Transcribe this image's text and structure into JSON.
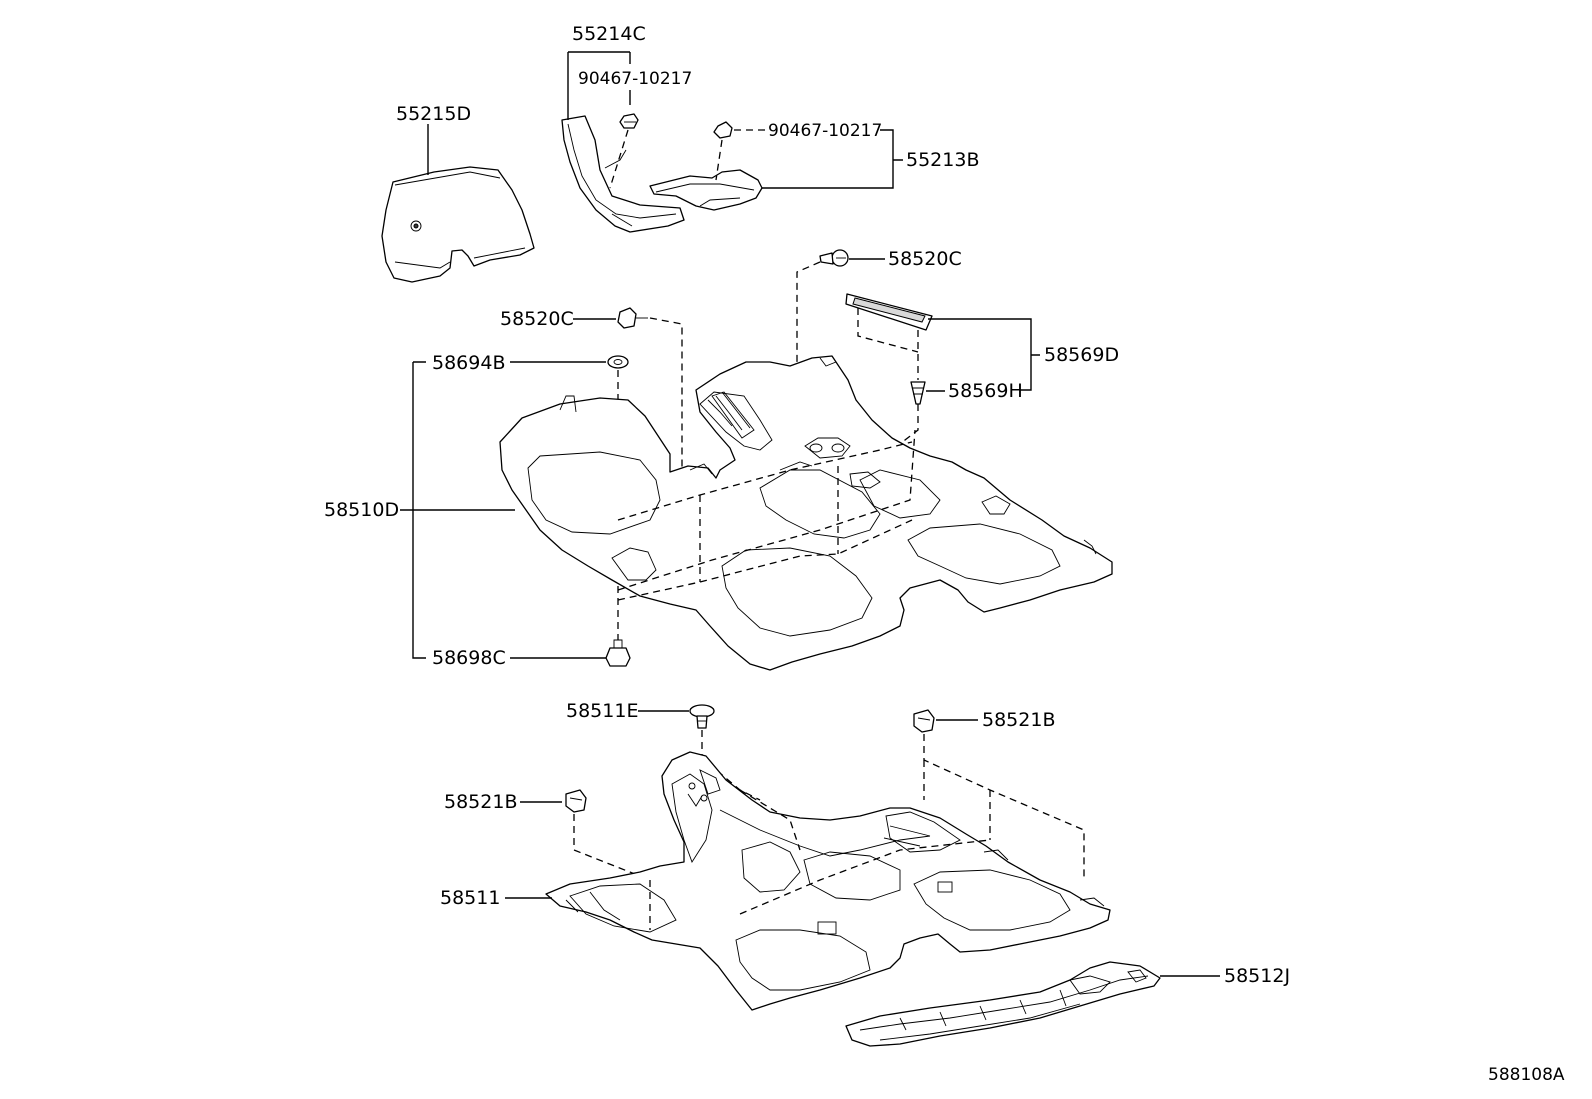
{
  "labels": {
    "p55214C": "55214C",
    "p90467_a": "90467-10217",
    "p90467_b": "90467-10217",
    "p55215D": "55215D",
    "p55213B": "55213B",
    "p58520C_a": "58520C",
    "p58520C_b": "58520C",
    "p58569D": "58569D",
    "p58569H": "58569H",
    "p58694B": "58694B",
    "p58510D": "58510D",
    "p58698C": "58698C",
    "p58511E": "58511E",
    "p58521B_a": "58521B",
    "p58521B_b": "58521B",
    "p58511": "58511",
    "p58512J": "58512J"
  },
  "diagram_id": "588108A"
}
